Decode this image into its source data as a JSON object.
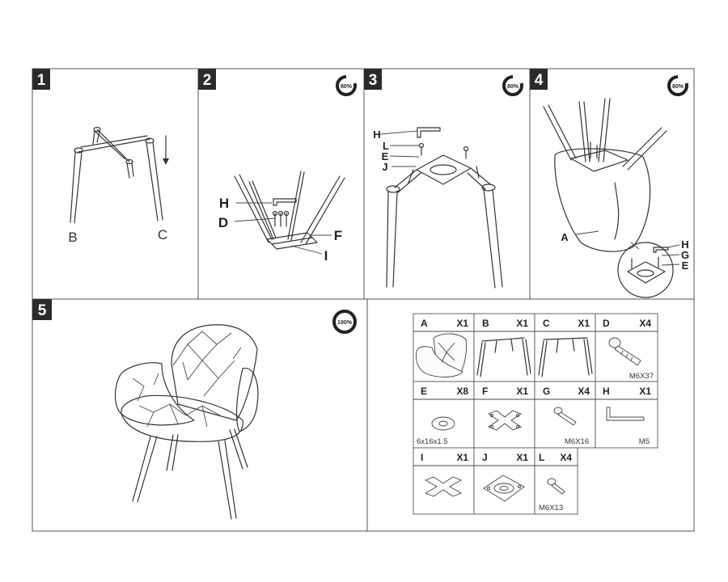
{
  "steps": [
    {
      "number": "1",
      "labels": [
        "B",
        "C"
      ]
    },
    {
      "number": "2",
      "progress_text": "80%",
      "progress": 0.8,
      "labels": [
        "H",
        "D",
        "F",
        "I"
      ]
    },
    {
      "number": "3",
      "progress_text": "80%",
      "progress": 0.8,
      "labels": [
        "H",
        "L",
        "E",
        "J"
      ]
    },
    {
      "number": "4",
      "progress_text": "80%",
      "progress": 0.8,
      "labels": [
        "A",
        "H",
        "G",
        "E"
      ]
    },
    {
      "number": "5",
      "progress_text": "100%",
      "progress": 1.0
    }
  ],
  "parts": [
    {
      "letter": "A",
      "qty": "X1",
      "spec": "",
      "icon": "chair-seat-icon"
    },
    {
      "letter": "B",
      "qty": "X1",
      "spec": "",
      "icon": "leg-frame-b-icon"
    },
    {
      "letter": "C",
      "qty": "X1",
      "spec": "",
      "icon": "leg-frame-c-icon"
    },
    {
      "letter": "D",
      "qty": "X4",
      "spec": "M6X37",
      "icon": "long-bolt-icon"
    },
    {
      "letter": "E",
      "qty": "X8",
      "spec": "6x16x1.5",
      "icon": "washer-icon"
    },
    {
      "letter": "F",
      "qty": "X1",
      "spec": "",
      "icon": "cross-bracket-icon"
    },
    {
      "letter": "G",
      "qty": "X4",
      "spec": "M6X16",
      "icon": "bolt-icon"
    },
    {
      "letter": "H",
      "qty": "X1",
      "spec": "M5",
      "icon": "allen-key-icon"
    },
    {
      "letter": "I",
      "qty": "X1",
      "spec": "",
      "icon": "cross-plate-icon"
    },
    {
      "letter": "J",
      "qty": "X1",
      "spec": "",
      "icon": "swivel-plate-icon"
    },
    {
      "letter": "L",
      "qty": "X4",
      "spec": "M6X13",
      "icon": "short-bolt-icon"
    }
  ]
}
